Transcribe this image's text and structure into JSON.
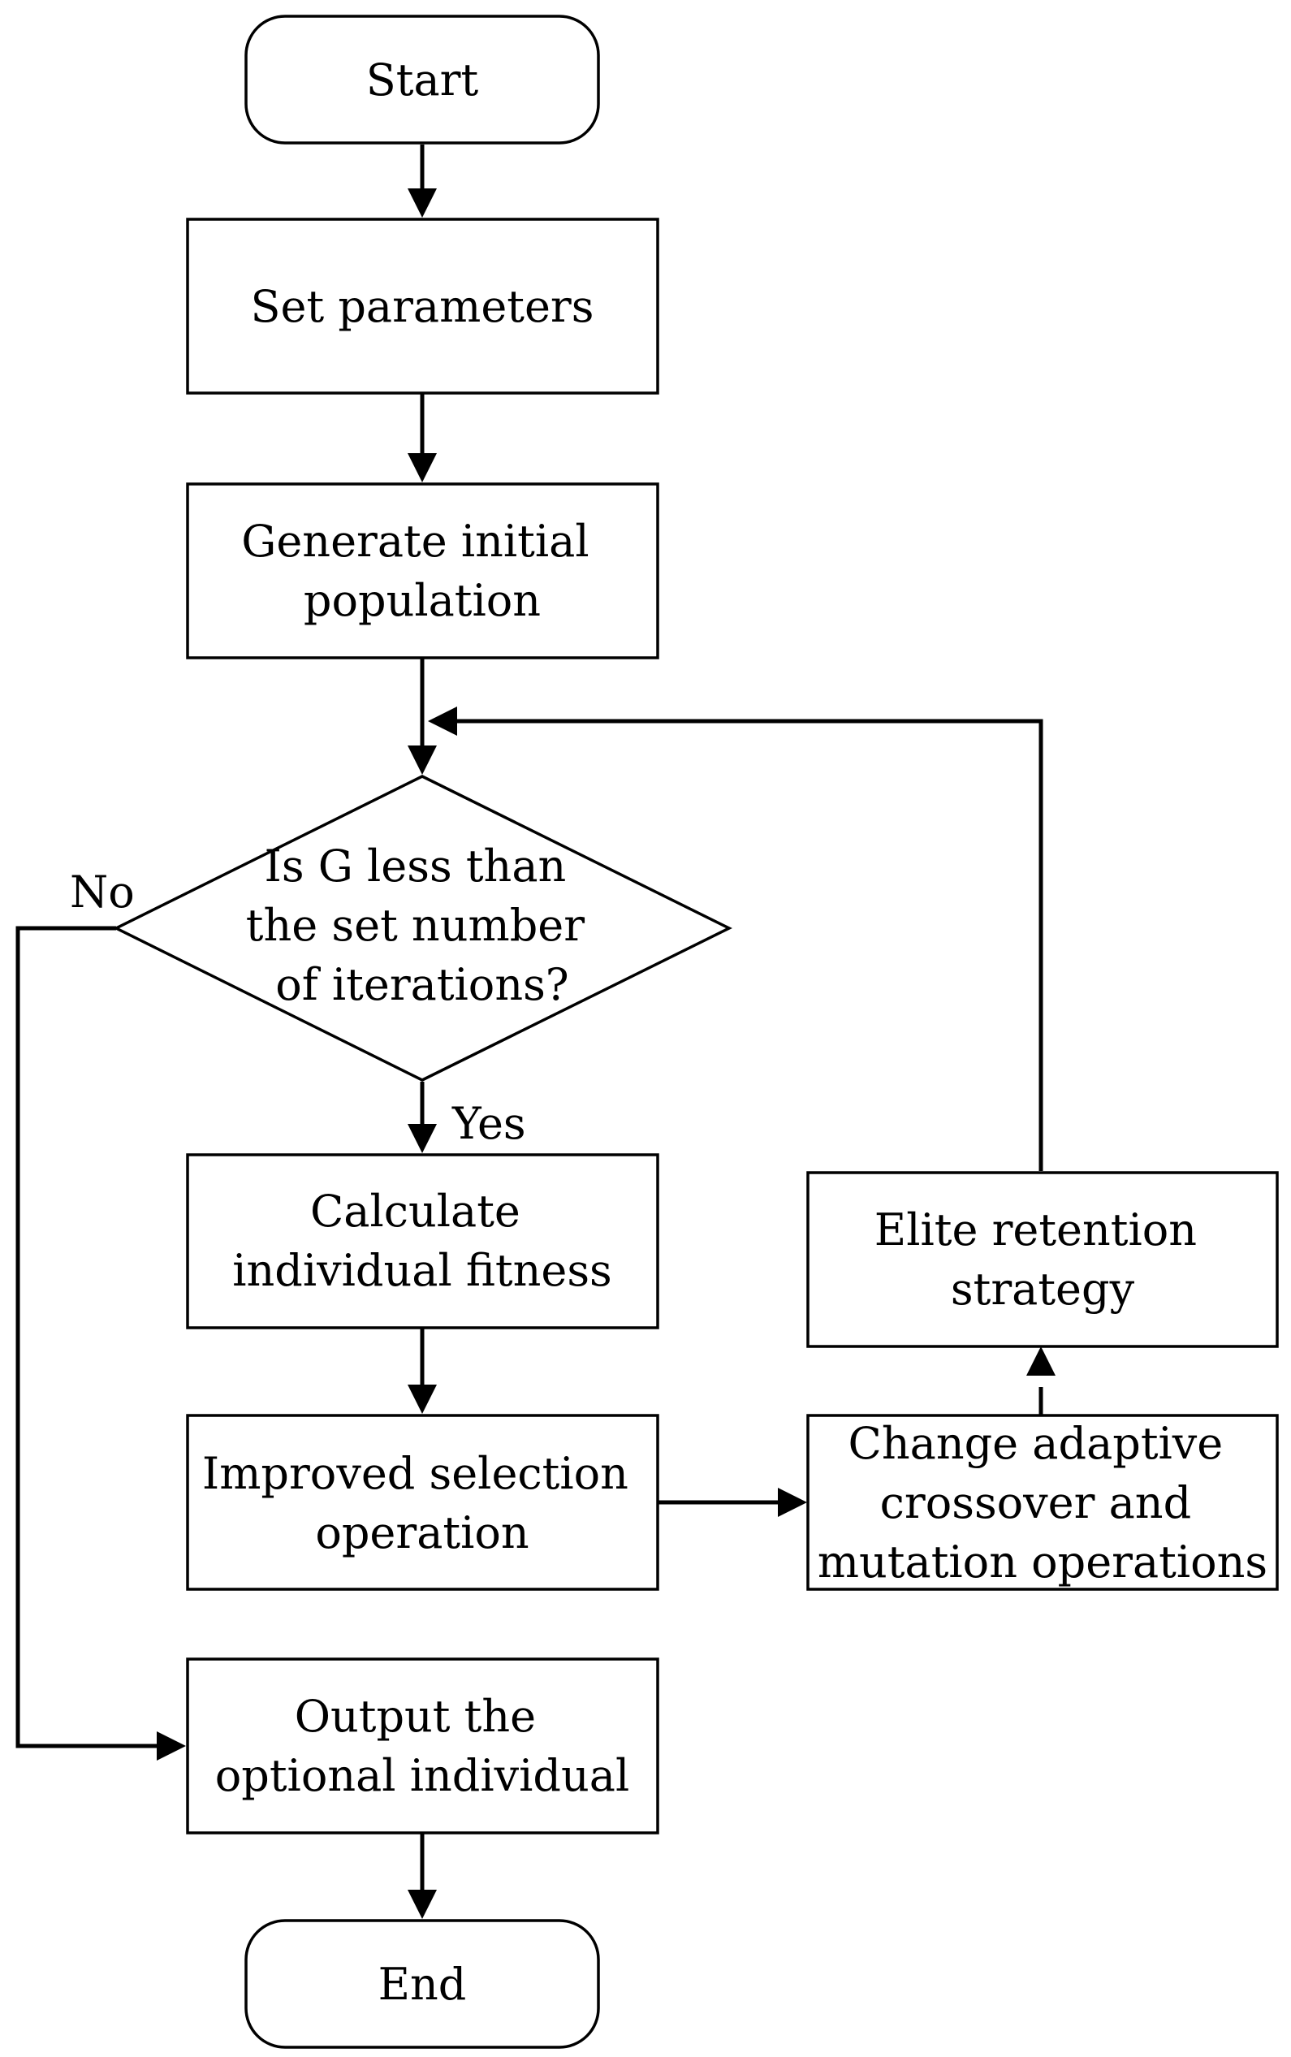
{
  "nodes": {
    "start": {
      "lines": [
        "Start"
      ]
    },
    "set_parameters": {
      "lines": [
        "Set parameters"
      ]
    },
    "generate_population": {
      "lines": [
        "Generate initial",
        "population"
      ]
    },
    "decision": {
      "lines": [
        "Is G less than",
        "the set number",
        "of iterations?"
      ]
    },
    "calc_fitness": {
      "lines": [
        "Calculate",
        "individual fitness"
      ]
    },
    "selection": {
      "lines": [
        "Improved selection",
        "operation"
      ]
    },
    "crossover_mutation": {
      "lines": [
        "Change adaptive",
        "crossover and",
        "mutation operations"
      ]
    },
    "elite": {
      "lines": [
        "Elite retention",
        "strategy"
      ]
    },
    "output": {
      "lines": [
        "Output the",
        "optional individual"
      ]
    },
    "end": {
      "lines": [
        "End"
      ]
    }
  },
  "edge_labels": {
    "no": "No",
    "yes": "Yes"
  }
}
